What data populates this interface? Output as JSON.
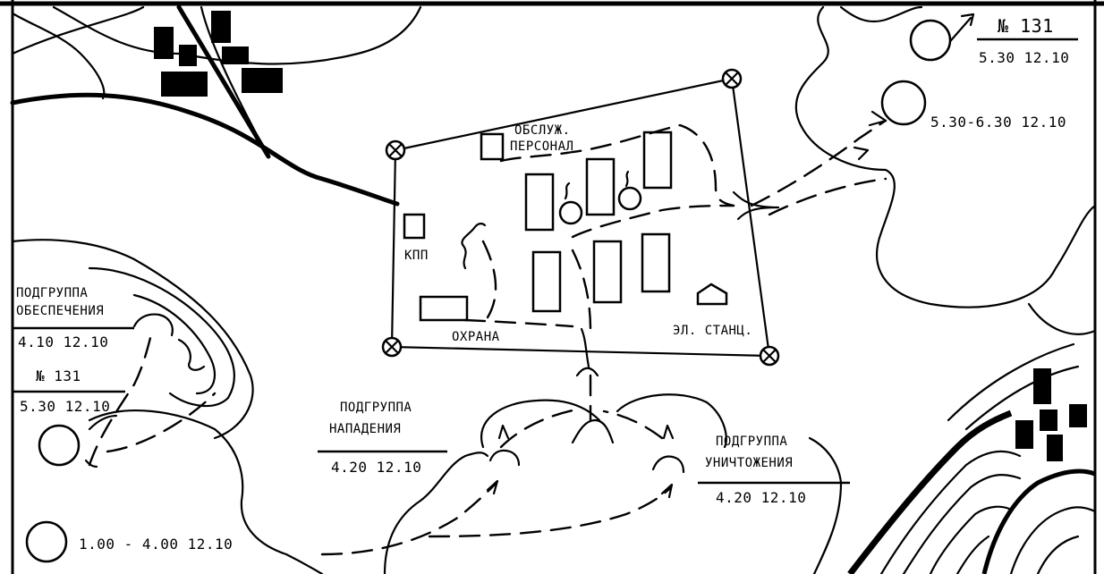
{
  "map": {
    "labels": {
      "group_131_top_number": "№ 131",
      "group_131_top_time": "5.30 12.10",
      "target_area_time": "5.30-6.30 12.10",
      "staff_line1": "ОБСЛУЖ.",
      "staff_line2": "ПЕРСОНАЛ",
      "checkpoint": "КПП",
      "guard": "ОХРАНА",
      "power_station": "ЭЛ. СТАНЦ.",
      "support_line1": "ПОДГРУППА",
      "support_line2": "ОБЕСПЕЧЕНИЯ",
      "support_time": "4.10 12.10",
      "group_131_left_number": "№ 131",
      "group_131_left_time": "5.30 12.10",
      "assault_line1": "ПОДГРУППА",
      "assault_line2": "НАПАДЕНИЯ",
      "assault_time": "4.20 12.10",
      "destruction_line1": "ПОДГРУППА",
      "destruction_line2": "УНИЧТОЖЕНИЯ",
      "destruction_time": "4.20 12.10",
      "assembly_time": "1.00 - 4.00 12.10"
    },
    "colors": {
      "ink": "#000000",
      "paper": "#ffffff"
    }
  }
}
